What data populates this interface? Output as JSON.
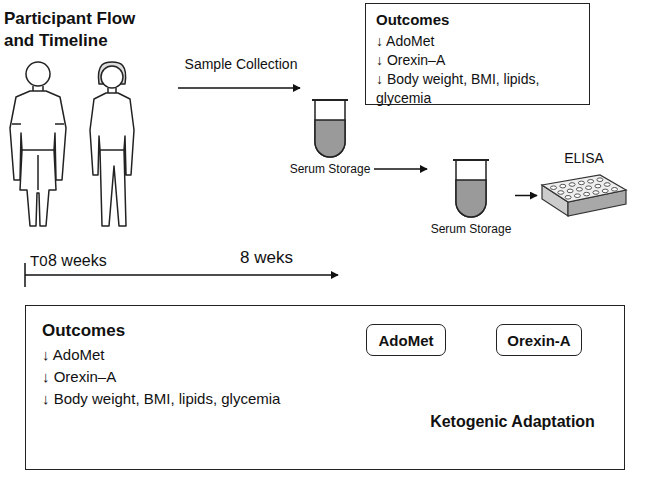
{
  "diagram": {
    "title": "Participant Flow and Timeline",
    "nodes": [
      {
        "text": [
          "Outcomes",
          "↓ AdoMet",
          "↓ Orexin–A",
          "↓ Body weight, BMI, lipids, glycemia"
        ]
      },
      {
        "text": [
          "Serum Storage"
        ]
      },
      {
        "text": [
          "Serum Storage"
        ]
      },
      {
        "text": [
          "ELISA"
        ]
      },
      {
        "text": [
          "Outcomes",
          "↓ AdoMet",
          "↓ Orexin–A",
          "↓ Body weight, BMI, lipids, glycemia"
        ]
      },
      {
        "text": [
          "AdoMet"
        ],
        "in": 4
      },
      {
        "text": [
          "Orexin-A"
        ],
        "in": 4
      }
    ],
    "edges": [
      {
        "from": 1,
        "to": 2,
        "arrow": "to"
      },
      {
        "from": 2,
        "to": 3,
        "arrow": "to"
      }
    ],
    "labels": [
      "Sample Collection",
      "T0",
      "8 weeks",
      "8 weks",
      "Ketogenic Adaptation"
    ]
  }
}
